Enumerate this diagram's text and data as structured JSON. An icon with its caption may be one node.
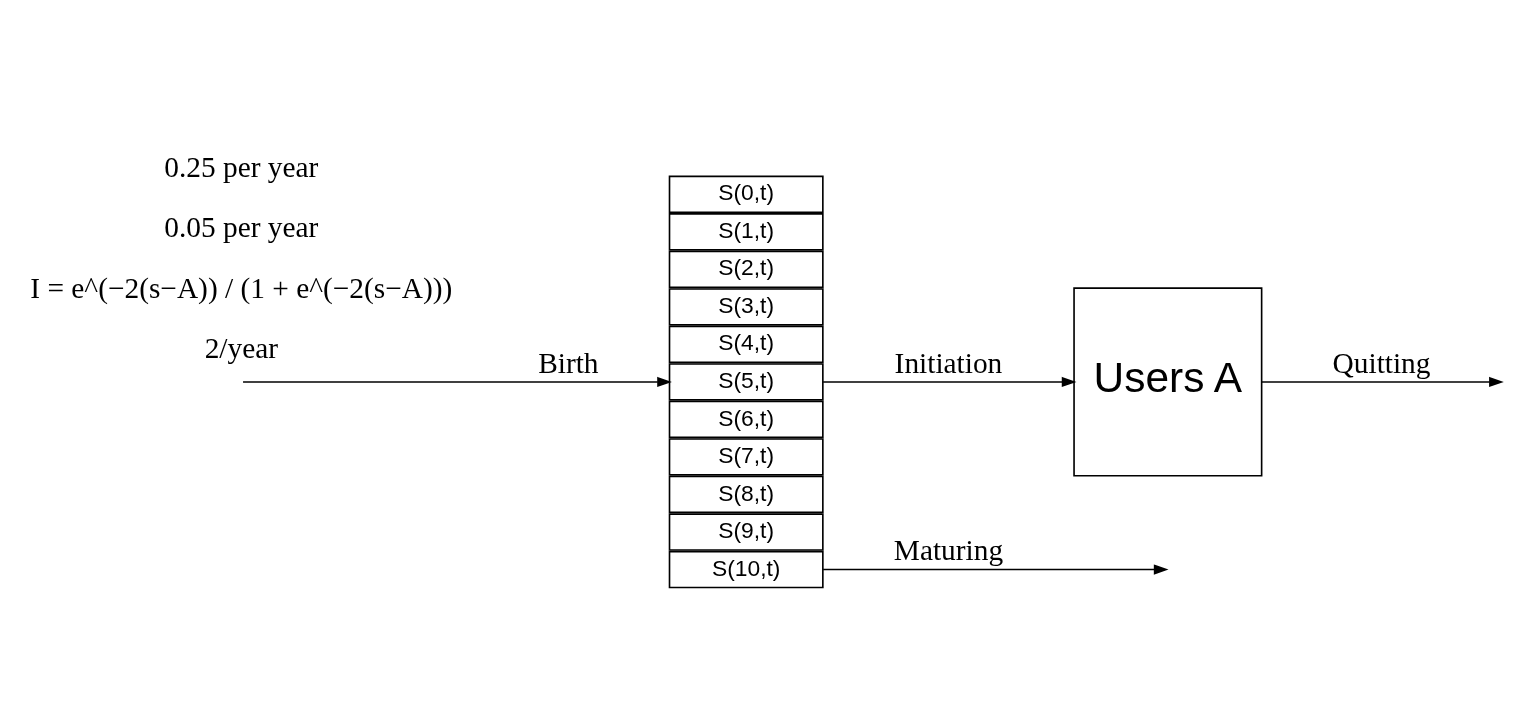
{
  "diagram": {
    "nodes": [
      {
        "text": [
          "S(0,t)"
        ]
      },
      {
        "text": [
          "S(1,t)"
        ]
      },
      {
        "text": [
          "S(2,t)"
        ]
      },
      {
        "text": [
          "S(3,t)"
        ]
      },
      {
        "text": [
          "S(4,t)"
        ]
      },
      {
        "text": [
          "S(5,t)"
        ]
      },
      {
        "text": [
          "S(6,t)"
        ]
      },
      {
        "text": [
          "S(7,t)"
        ]
      },
      {
        "text": [
          "S(8,t)"
        ]
      },
      {
        "text": [
          "S(9,t)"
        ]
      },
      {
        "text": [
          "S(10,t)"
        ]
      },
      {
        "text": [
          "Users A"
        ]
      }
    ],
    "edges": [
      {
        "from": null,
        "to": 5,
        "arrow": "to",
        "label": "Birth"
      },
      {
        "from": 5,
        "to": 11,
        "arrow": "to",
        "label": "Initiation"
      },
      {
        "from": 10,
        "to": null,
        "arrow": "to",
        "label": "Maturing"
      },
      {
        "from": 11,
        "to": null,
        "arrow": "to",
        "label": "Quitting"
      }
    ],
    "labels": [
      "2/year",
      "I = e^(−2(s−A)) / (1 + e^(−2(s−A)))",
      "0.05 per year",
      "0.25 per year"
    ]
  }
}
